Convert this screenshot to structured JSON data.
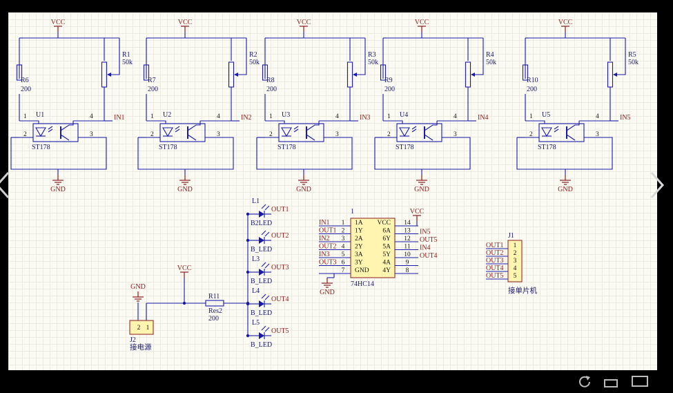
{
  "power": {
    "vcc": "VCC",
    "gnd": "GND"
  },
  "optos": [
    {
      "u": "U1",
      "part": "ST178",
      "r_pot": "R1",
      "r_pot_val": "50k",
      "r_res": "R6",
      "r_res_val": "200",
      "out": "IN1"
    },
    {
      "u": "U2",
      "part": "ST178",
      "r_pot": "R2",
      "r_pot_val": "50k",
      "r_res": "R7",
      "r_res_val": "200",
      "out": "IN2"
    },
    {
      "u": "U3",
      "part": "ST178",
      "r_pot": "R3",
      "r_pot_val": "50k",
      "r_res": "R8",
      "r_res_val": "200",
      "out": "IN3"
    },
    {
      "u": "U4",
      "part": "ST178",
      "r_pot": "R4",
      "r_pot_val": "50k",
      "r_res": "R9",
      "r_res_val": "200",
      "out": "IN4"
    },
    {
      "u": "U5",
      "part": "ST178",
      "r_pot": "R5",
      "r_pot_val": "50k",
      "r_res": "R10",
      "r_res_val": "200",
      "out": "IN5"
    }
  ],
  "opto_pins": [
    "1",
    "2",
    "3",
    "4"
  ],
  "leds": [
    {
      "ref": "L1",
      "val": "B2LED",
      "out": "OUT1"
    },
    {
      "ref": "",
      "val": "B_LED",
      "out": "OUT2"
    },
    {
      "ref": "L3",
      "val": "B_LED",
      "out": "OUT3"
    },
    {
      "ref": "L4",
      "val": "B_LED",
      "out": "OUT4"
    },
    {
      "ref": "L5",
      "val": "B_LED",
      "out": "OUT5"
    }
  ],
  "res11": {
    "ref": "R11",
    "type": "Res2",
    "val": "200"
  },
  "power_conn": {
    "ref": "J2",
    "label": "接电源",
    "pins": [
      "2",
      "1"
    ]
  },
  "ic": {
    "ref": "1",
    "part": "74HC14",
    "left_nets": [
      "IN1",
      "OUT1",
      "IN2",
      "OUT2",
      "IN3",
      "OUT3",
      ""
    ],
    "left_pins": [
      "1",
      "2",
      "3",
      "4",
      "5",
      "6",
      "7"
    ],
    "left_names": [
      "1A",
      "1Y",
      "2A",
      "2Y",
      "3A",
      "3Y",
      "GND"
    ],
    "right_names": [
      "VCC",
      "6A",
      "6Y",
      "5A",
      "5Y",
      "4A",
      "4Y"
    ],
    "right_pins": [
      "14",
      "13",
      "12",
      "11",
      "10",
      "9",
      "8"
    ],
    "right_nets": [
      "",
      "IN5",
      "OUT5",
      "IN4",
      "OUT4",
      "",
      ""
    ]
  },
  "mcu_conn": {
    "ref": "J1",
    "label": "接单片机",
    "nets": [
      "OUT1",
      "OUT2",
      "OUT3",
      "OUT4",
      "OUT5"
    ],
    "pins": [
      "1",
      "2",
      "3",
      "4",
      "5"
    ]
  },
  "icons": {
    "nav_left": "chevron-left-icon",
    "nav_right": "chevron-right-icon",
    "rotate": "rotate-icon",
    "minimize": "minimize-icon",
    "maximize": "maximize-icon"
  }
}
